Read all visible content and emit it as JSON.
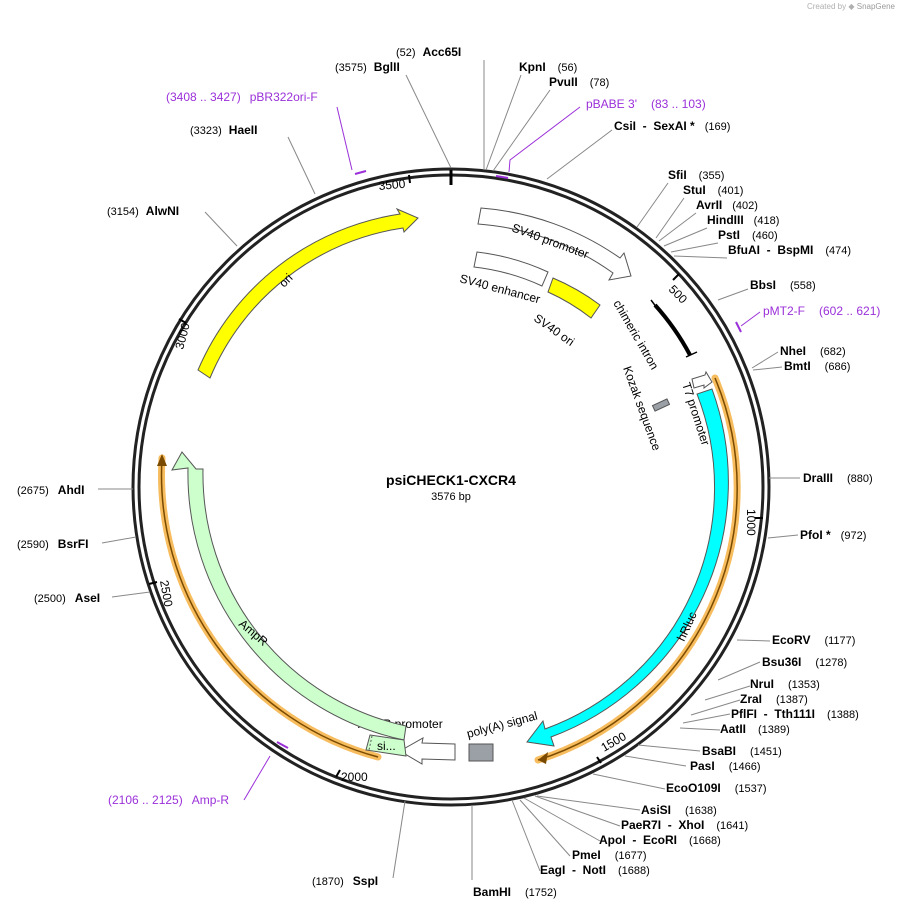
{
  "credit": {
    "prefix": "Created by",
    "brand": "SnapGene"
  },
  "plasmid": {
    "name": "psiCHECK1-CXCR4",
    "length_label": "3576 bp",
    "length": 3576
  },
  "ticks": [
    "500",
    "1000",
    "1500",
    "2000",
    "2500",
    "3000",
    "3500"
  ],
  "enzymes": [
    {
      "pre": "(52)",
      "name": "Acc65I",
      "post": ""
    },
    {
      "pre": "(3575)",
      "name": "BglII",
      "post": ""
    },
    {
      "pre": "",
      "name": "KpnI",
      "post": "(56)"
    },
    {
      "pre": "",
      "name": "PvuII",
      "post": "(78)"
    },
    {
      "pre": "",
      "name": "CsiI  -  SexAI *",
      "post": "(169)"
    },
    {
      "pre": "(3323)",
      "name": "HaeII",
      "post": ""
    },
    {
      "pre": "(3154)",
      "name": "AlwNI",
      "post": ""
    },
    {
      "pre": "",
      "name": "SfiI",
      "post": "(355)"
    },
    {
      "pre": "",
      "name": "StuI",
      "post": "(401)"
    },
    {
      "pre": "",
      "name": "AvrII",
      "post": "(402)"
    },
    {
      "pre": "",
      "name": "HindIII",
      "post": "(418)"
    },
    {
      "pre": "",
      "name": "PstI",
      "post": "(460)"
    },
    {
      "pre": "",
      "name": "BfuAI  -  BspMI",
      "post": "(474)"
    },
    {
      "pre": "",
      "name": "BbsI",
      "post": "(558)"
    },
    {
      "pre": "",
      "name": "NheI",
      "post": "(682)"
    },
    {
      "pre": "",
      "name": "BmtI",
      "post": "(686)"
    },
    {
      "pre": "",
      "name": "DraIII",
      "post": "(880)"
    },
    {
      "pre": "",
      "name": "PfoI *",
      "post": "(972)"
    },
    {
      "pre": "(2675)",
      "name": "AhdI",
      "post": ""
    },
    {
      "pre": "(2590)",
      "name": "BsrFI",
      "post": ""
    },
    {
      "pre": "(2500)",
      "name": "AseI",
      "post": ""
    },
    {
      "pre": "",
      "name": "EcoRV",
      "post": "(1177)"
    },
    {
      "pre": "",
      "name": "Bsu36I",
      "post": "(1278)"
    },
    {
      "pre": "",
      "name": "NruI",
      "post": "(1353)"
    },
    {
      "pre": "",
      "name": "ZraI",
      "post": "(1387)"
    },
    {
      "pre": "",
      "name": "PflFI  -  Tth111I",
      "post": "(1388)"
    },
    {
      "pre": "",
      "name": "AatII",
      "post": "(1389)"
    },
    {
      "pre": "",
      "name": "BsaBI",
      "post": "(1451)"
    },
    {
      "pre": "",
      "name": "PasI",
      "post": "(1466)"
    },
    {
      "pre": "",
      "name": "EcoO109I",
      "post": "(1537)"
    },
    {
      "pre": "",
      "name": "AsiSI",
      "post": "(1638)"
    },
    {
      "pre": "",
      "name": "PaeR7I  -  XhoI",
      "post": "(1641)"
    },
    {
      "pre": "",
      "name": "ApoI  -  EcoRI",
      "post": "(1668)"
    },
    {
      "pre": "",
      "name": "PmeI",
      "post": "(1677)"
    },
    {
      "pre": "",
      "name": "EagI  -  NotI",
      "post": "(1688)"
    },
    {
      "pre": "",
      "name": "BamHI",
      "post": "(1752)"
    },
    {
      "pre": "(1870)",
      "name": "SspI",
      "post": ""
    }
  ],
  "primers": [
    {
      "pre": "(3408 .. 3427)",
      "name": "pBR322ori-F",
      "post": ""
    },
    {
      "pre": "",
      "name": "pBABE 3'",
      "post": "(83 .. 103)"
    },
    {
      "pre": "",
      "name": "pMT2-F",
      "post": "(602 .. 621)"
    },
    {
      "pre": "(2106 .. 2125)",
      "name": "Amp-R",
      "post": ""
    }
  ],
  "features": {
    "sv40_promoter": "SV40 promoter",
    "sv40_enhancer": "SV40 enhancer",
    "sv40_ori": "SV40 ori",
    "chimeric_intron": "chimeric intron",
    "t7_promoter": "T7 promoter",
    "kozak": "Kozak sequence",
    "hrluc": "hRluc",
    "polya": "poly(A) signal",
    "ampr_promoter": "AmpR promoter",
    "ampr": "AmpR",
    "si": "si...",
    "ori": "ori"
  },
  "colors": {
    "primer": "#9b30d9",
    "ori": "#ffff00",
    "hrluc": "#00ffff",
    "ampr": "#ccffcc",
    "orf": "#f5b041",
    "grey_box": "#9aa0a6"
  }
}
